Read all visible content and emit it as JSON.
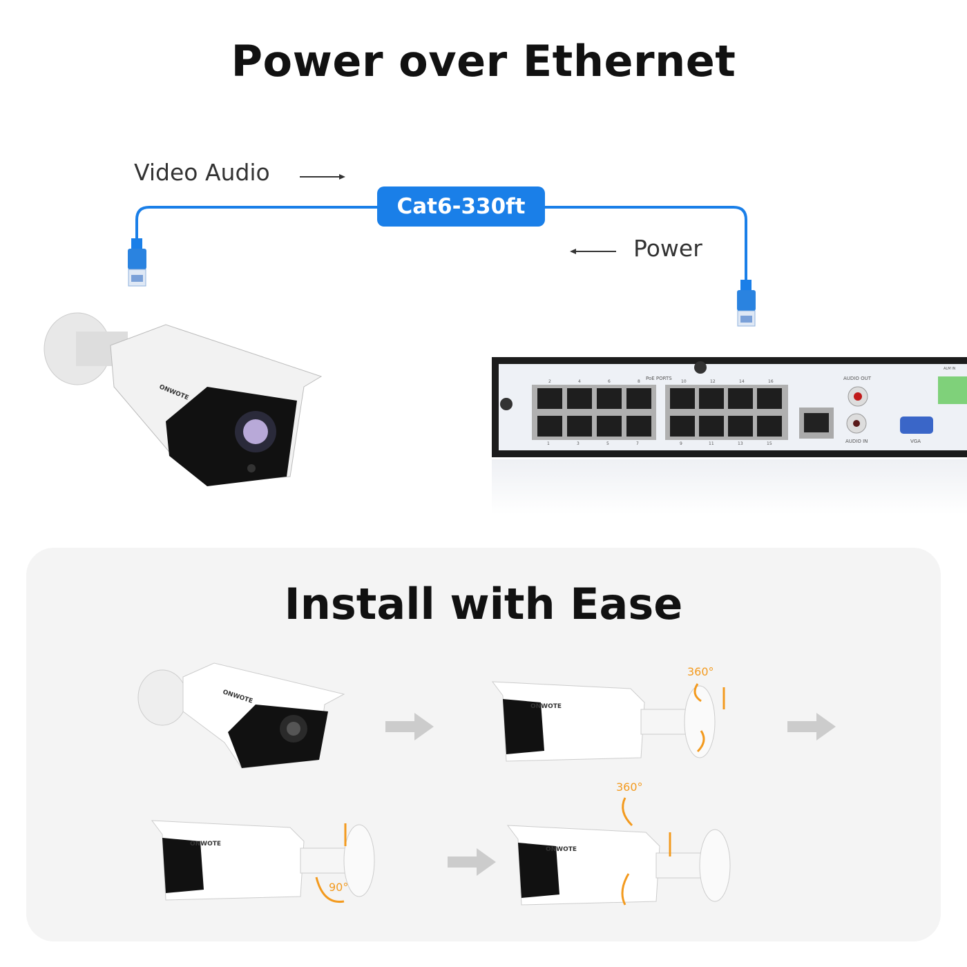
{
  "title": "Power over Ethernet",
  "cable": {
    "video_audio_label": "Video Audio",
    "cable_label": "Cat6-330ft",
    "power_label": "Power",
    "color": "#1a7fe8"
  },
  "camera": {
    "brand": "ONWOTE"
  },
  "nvr": {
    "poe_ports_label": "PoE PORTS",
    "top_port_numbers": [
      "2",
      "4",
      "6",
      "8",
      "10",
      "12",
      "14",
      "16"
    ],
    "bottom_port_numbers": [
      "1",
      "3",
      "5",
      "7",
      "9",
      "11",
      "13",
      "15"
    ],
    "audio_out_label": "AUDIO OUT",
    "audio_in_label": "AUDIO IN",
    "vga_label": "VGA",
    "alarm_in_label": "ALM IN"
  },
  "install": {
    "title": "Install with Ease",
    "accent_color": "#f39a1e",
    "angle_step2": "360°",
    "angle_step3": "90°",
    "angle_step4": "360°"
  }
}
